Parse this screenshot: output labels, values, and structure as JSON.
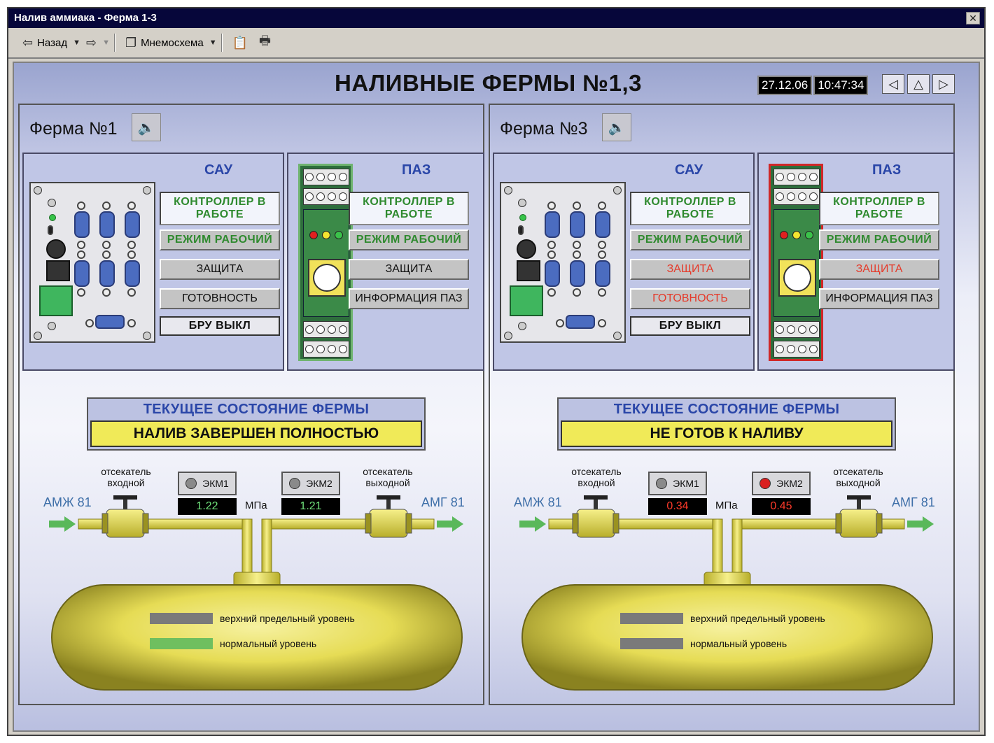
{
  "window": {
    "title": "Налив аммиака - Ферма 1-3",
    "close": "✕"
  },
  "toolbar": {
    "back_label": "Назад",
    "mnemo_label": "Мнемосхема"
  },
  "header": {
    "title": "НАЛИВНЫЕ ФЕРМЫ №1,3",
    "date": "27.12.06",
    "time": "10:47:34"
  },
  "farms": [
    {
      "title": "Ферма №1",
      "sau": {
        "head": "САУ",
        "controller": "КОНТРОЛЛЕР В РАБОТЕ",
        "mode": "РЕЖИМ РАБОЧИЙ",
        "protection": "ЗАЩИТА",
        "ready": "ГОТОВНОСТЬ",
        "bru": "БРУ ВЫКЛ"
      },
      "paz": {
        "head": "ПАЗ",
        "controller": "КОНТРОЛЛЕР В РАБОТЕ",
        "mode": "РЕЖИМ РАБОЧИЙ",
        "protection": "ЗАЩИТА",
        "info": "ИНФОРМАЦИЯ ПАЗ"
      },
      "state": {
        "head": "ТЕКУЩЕЕ СОСТОЯНИЕ ФЕРМЫ",
        "value": "НАЛИВ ЗАВЕРШЕН ПОЛНОСТЬЮ"
      },
      "inlet": {
        "valve_label": "отсекатель входной",
        "line": "АМЖ 81"
      },
      "outlet": {
        "valve_label": "отсекатель выходной",
        "line": "АМГ 81"
      },
      "ekm1": {
        "label": "ЭКМ1",
        "value": "1.22",
        "led": "#8a8a8a"
      },
      "ekm2": {
        "label": "ЭКМ2",
        "value": "1.21",
        "led": "#8a8a8a"
      },
      "unit": "МПа",
      "tank": {
        "upper_label": "верхний предельный уровень",
        "normal_label": "нормальный уровень",
        "upper_color": "#7a7a7a",
        "normal_color": "#6fbf5f"
      }
    },
    {
      "title": "Ферма №3",
      "sau": {
        "head": "САУ",
        "controller": "КОНТРОЛЛЕР В РАБОТЕ",
        "mode": "РЕЖИМ РАБОЧИЙ",
        "protection": "ЗАЩИТА",
        "ready": "ГОТОВНОСТЬ",
        "bru": "БРУ ВЫКЛ"
      },
      "paz": {
        "head": "ПАЗ",
        "controller": "КОНТРОЛЛЕР В РАБОТЕ",
        "mode": "РЕЖИМ РАБОЧИЙ",
        "protection": "ЗАЩИТА",
        "info": "ИНФОРМАЦИЯ ПАЗ"
      },
      "state": {
        "head": "ТЕКУЩЕЕ СОСТОЯНИЕ ФЕРМЫ",
        "value": "НЕ ГОТОВ К НАЛИВУ"
      },
      "inlet": {
        "valve_label": "отсекатель входной",
        "line": "АМЖ 81"
      },
      "outlet": {
        "valve_label": "отсекатель выходной",
        "line": "АМГ 81"
      },
      "ekm1": {
        "label": "ЭКМ1",
        "value": "0.34",
        "led": "#8a8a8a"
      },
      "ekm2": {
        "label": "ЭКМ2",
        "value": "0.45",
        "led": "#d92020"
      },
      "unit": "МПа",
      "tank": {
        "upper_label": "верхний предельный уровень",
        "normal_label": "нормальный уровень",
        "upper_color": "#7a7a7a",
        "normal_color": "#7a7a7a"
      }
    }
  ],
  "colors": {
    "ok_value": "#6fe07a",
    "alarm_value": "#ff3a2a"
  }
}
